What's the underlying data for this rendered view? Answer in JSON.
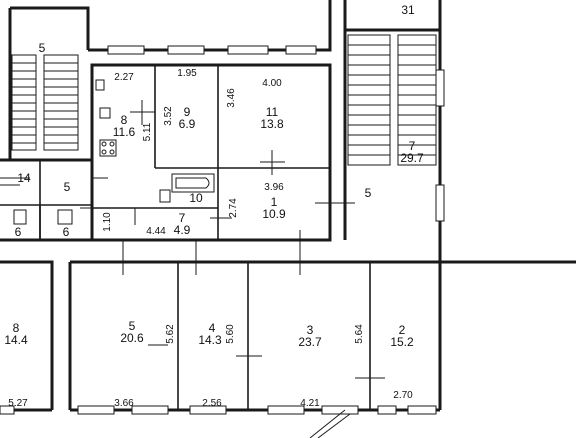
{
  "rooms": [
    {
      "number": "31",
      "area": ""
    },
    {
      "number": "5",
      "area": ""
    },
    {
      "number": "8",
      "area": "11.6"
    },
    {
      "number": "9",
      "area": "6.9"
    },
    {
      "number": "11",
      "area": "13.8"
    },
    {
      "number": "7",
      "area": "29.7"
    },
    {
      "number": "14",
      "area": ""
    },
    {
      "number": "5",
      "area": ""
    },
    {
      "number": "10",
      "area": ""
    },
    {
      "number": "1",
      "area": "10.9"
    },
    {
      "number": "5",
      "area": ""
    },
    {
      "number": "6",
      "area": ""
    },
    {
      "number": "6",
      "area": ""
    },
    {
      "number": "7",
      "area": "4.9"
    },
    {
      "number": "8",
      "area": "14.4"
    },
    {
      "number": "5",
      "area": "20.6"
    },
    {
      "number": "4",
      "area": "14.3"
    },
    {
      "number": "3",
      "area": "23.7"
    },
    {
      "number": "2",
      "area": "15.2"
    }
  ],
  "dimensions": [
    "2.27",
    "1.95",
    "4.00",
    "3.52",
    "3.46",
    "5.11",
    "3.96",
    "2.74",
    "1.10",
    "4.44",
    "5.62",
    "5.60",
    "5.64",
    "5.27",
    "3.66",
    "2.56",
    "4.21",
    "2.70"
  ]
}
